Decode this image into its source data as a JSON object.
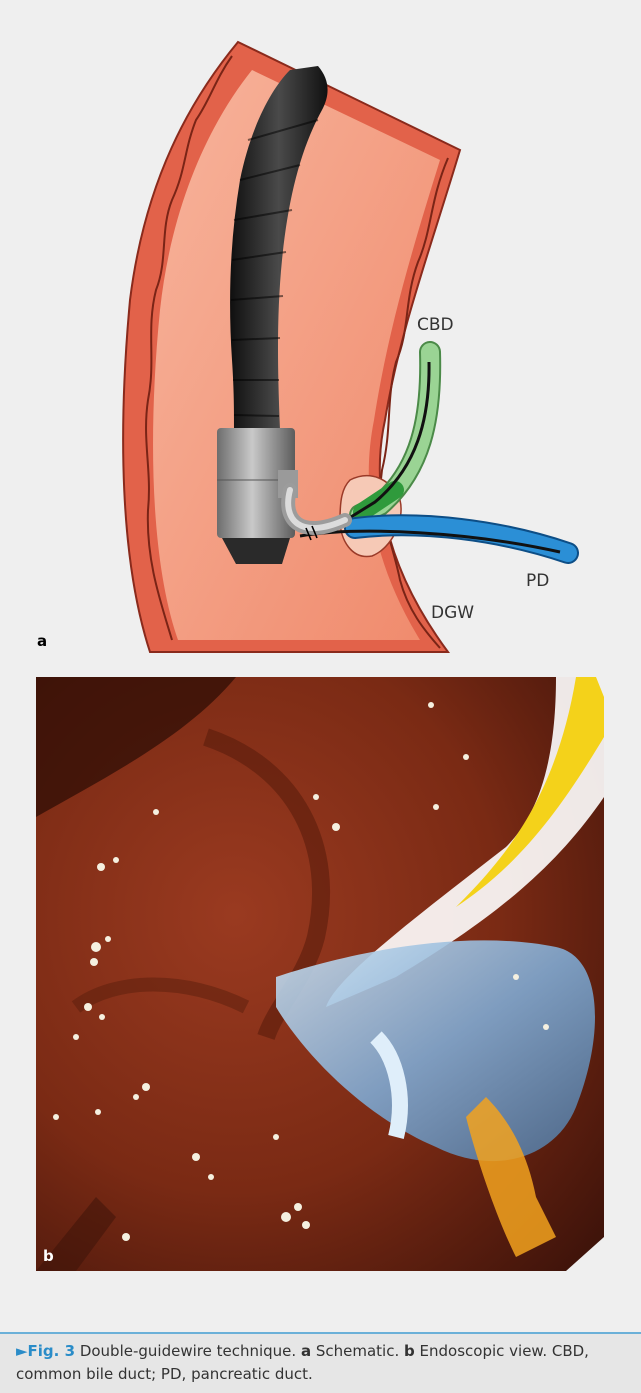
{
  "figure": {
    "labels": {
      "cbd": "CBD",
      "pd": "PD",
      "dgw": "DGW"
    },
    "panel_a": "a",
    "panel_b": "b"
  },
  "caption": {
    "arrow": "►",
    "fig_number": "Fig. 3",
    "title": "Double-guidewire technique.",
    "part_a_letter": "a",
    "part_a_text": "Schematic.",
    "part_b_letter": "b",
    "part_b_text": "Endoscopic view. CBD, common bile duct; PD, pancreatic duct."
  },
  "colors": {
    "panel_bg": "#efefef",
    "duodenum_wall": "#e2624a",
    "duodenum_lumen": "#f49a80",
    "endoscope": "#1c1c1c",
    "cbd_duct": "#8fcf8a",
    "pd_duct": "#2b8fd6",
    "accent": "#2a8cc8"
  }
}
